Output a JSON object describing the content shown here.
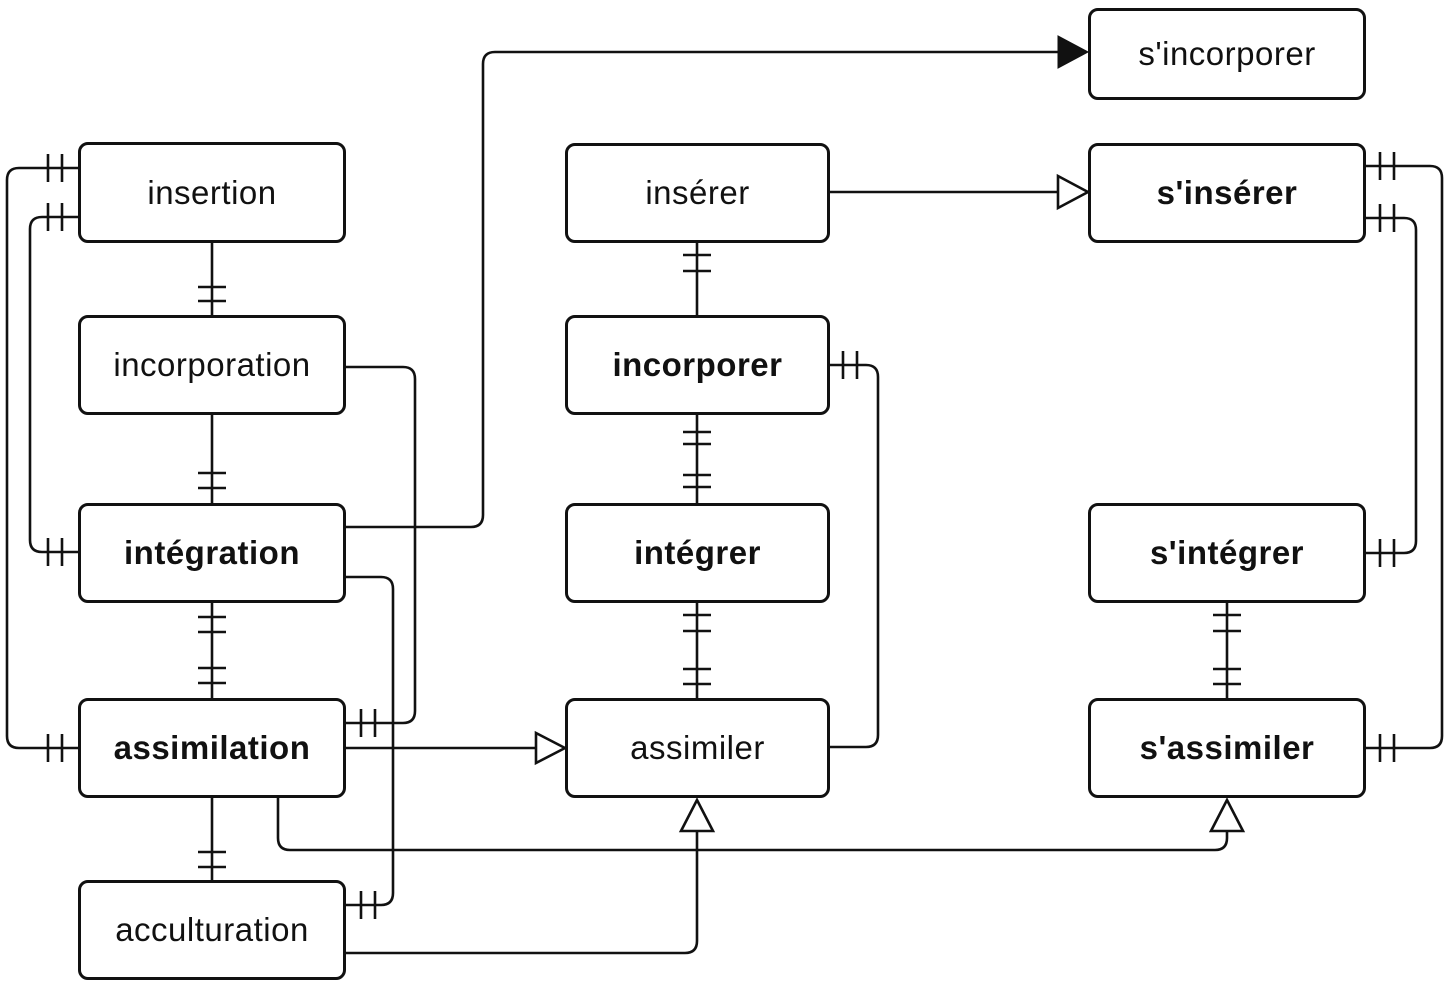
{
  "colors": {
    "background": "#ffffff",
    "line": "#111111",
    "box_fill": "#ffffff"
  },
  "nodes": [
    {
      "id": "insertion",
      "label": "insertion",
      "bold": false,
      "column": "noun"
    },
    {
      "id": "incorporation",
      "label": "incorporation",
      "bold": false,
      "column": "noun"
    },
    {
      "id": "integration",
      "label": "intégration",
      "bold": true,
      "column": "noun"
    },
    {
      "id": "assimilation",
      "label": "assimilation",
      "bold": true,
      "column": "noun"
    },
    {
      "id": "acculturation",
      "label": "acculturation",
      "bold": false,
      "column": "noun"
    },
    {
      "id": "inserer",
      "label": "insérer",
      "bold": false,
      "column": "verb"
    },
    {
      "id": "incorporer",
      "label": "incorporer",
      "bold": true,
      "column": "verb"
    },
    {
      "id": "integrer",
      "label": "intégrer",
      "bold": true,
      "column": "verb"
    },
    {
      "id": "assimiler",
      "label": "assimiler",
      "bold": false,
      "column": "verb"
    },
    {
      "id": "s-incorporer",
      "label": "s'incorporer",
      "bold": false,
      "column": "reflexive-verb"
    },
    {
      "id": "s-inserer",
      "label": "s'insérer",
      "bold": true,
      "column": "reflexive-verb"
    },
    {
      "id": "s-integrer",
      "label": "s'intégrer",
      "bold": true,
      "column": "reflexive-verb"
    },
    {
      "id": "s-assimiler",
      "label": "s'assimiler",
      "bold": true,
      "column": "reflexive-verb"
    }
  ],
  "edges": [
    {
      "from": "insertion",
      "to": "incorporation",
      "type": "equivalence-ticks",
      "tick_pairs": 1
    },
    {
      "from": "incorporation",
      "to": "intégration",
      "type": "equivalence-ticks",
      "tick_pairs": 1
    },
    {
      "from": "intégration",
      "to": "assimilation",
      "type": "equivalence-ticks",
      "tick_pairs": 2
    },
    {
      "from": "assimilation",
      "to": "acculturation",
      "type": "equivalence-ticks",
      "tick_pairs": 1
    },
    {
      "from": "insérer",
      "to": "incorporer",
      "type": "equivalence-ticks",
      "tick_pairs": 1
    },
    {
      "from": "incorporer",
      "to": "intégrer",
      "type": "equivalence-ticks",
      "tick_pairs": 2
    },
    {
      "from": "intégrer",
      "to": "assimiler",
      "type": "equivalence-ticks",
      "tick_pairs": 2
    },
    {
      "from": "s'intégrer",
      "to": "s'assimiler",
      "type": "equivalence-ticks",
      "tick_pairs": 2
    },
    {
      "from": "insertion",
      "to": "assimilation",
      "type": "hatched-link",
      "side": "left"
    },
    {
      "from": "insertion",
      "to": "intégration",
      "type": "hatched-link",
      "side": "left"
    },
    {
      "from": "incorporation",
      "to": "assimilation",
      "type": "hatched-link",
      "side": "right"
    },
    {
      "from": "intégration",
      "to": "acculturation",
      "type": "hatched-link",
      "side": "right"
    },
    {
      "from": "incorporer",
      "to": "assimiler",
      "type": "hatched-link",
      "side": "right"
    },
    {
      "from": "s'insérer",
      "to": "s'intégrer",
      "type": "hatched-link",
      "side": "right"
    },
    {
      "from": "s'insérer",
      "to": "s'assimiler",
      "type": "hatched-link",
      "side": "right"
    },
    {
      "from": "intégration",
      "to": "s'incorporer",
      "type": "filled-arrow"
    },
    {
      "from": "insérer",
      "to": "s'insérer",
      "type": "open-arrow"
    },
    {
      "from": "assimilation",
      "to": "assimiler",
      "type": "open-arrow"
    },
    {
      "from": "acculturation",
      "to": "assimiler",
      "type": "open-arrow"
    },
    {
      "from": "assimilation",
      "to": "s'assimiler",
      "type": "open-arrow"
    }
  ]
}
